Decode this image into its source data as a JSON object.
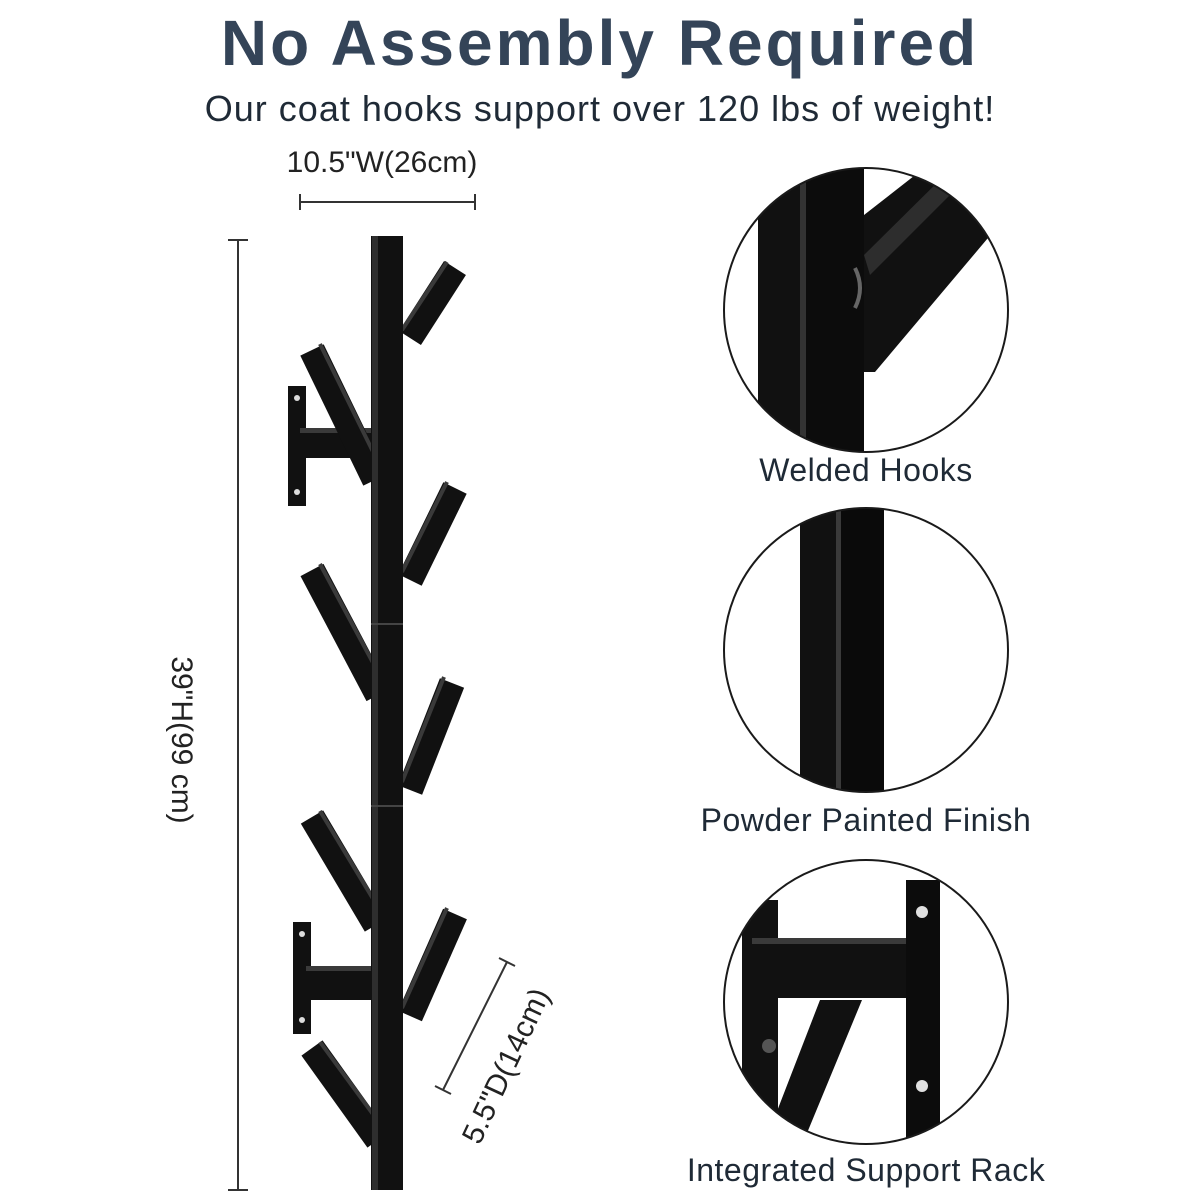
{
  "headline": "No Assembly Required",
  "subheadline": "Our coat hooks support over 120 lbs of weight!",
  "dimensions": {
    "width": "10.5\"W(26cm)",
    "height": "39\"H(99 cm)",
    "depth": "5.5\"D(14cm)"
  },
  "features": [
    {
      "label": "Welded Hooks"
    },
    {
      "label": "Powder Painted Finish"
    },
    {
      "label": "Integrated Support Rack"
    }
  ],
  "colors": {
    "headline": "#344458",
    "subheadline": "#1f2a36",
    "metal": "#111111",
    "metal_highlight": "#3a3a3a",
    "circle_border": "#1a1a1a"
  }
}
